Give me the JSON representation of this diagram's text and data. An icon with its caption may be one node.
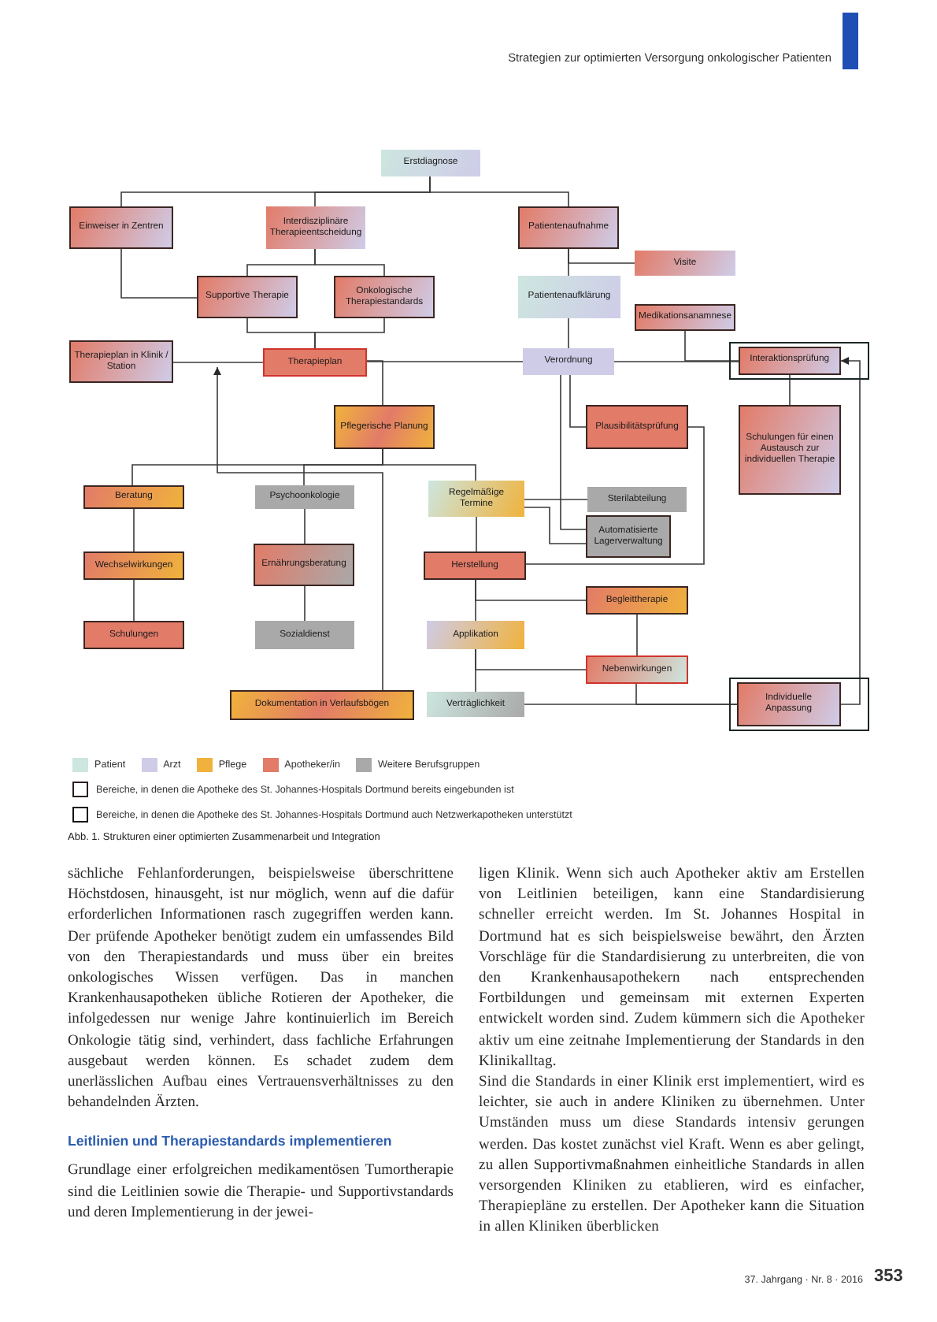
{
  "diagram": {
    "caption": "Abb. 1. Strukturen einer optimierten Zusammenarbeit und Integration",
    "nodes": [
      {
        "text": [
          "Erstdiagnose"
        ]
      },
      {
        "text": [
          "Einweiser in Zentren"
        ]
      },
      {
        "text": [
          "Interdisziplinäre Therapieentscheidung"
        ]
      },
      {
        "text": [
          "Patientenaufnahme"
        ]
      },
      {
        "text": [
          "Visite"
        ]
      },
      {
        "text": [
          "Supportive Therapie"
        ]
      },
      {
        "text": [
          "Onkologische Therapiestandards"
        ]
      },
      {
        "text": [
          "Patientenaufklärung"
        ]
      },
      {
        "text": [
          "Medikationsanamnese"
        ]
      },
      {
        "text": [
          "Therapieplan in Klinik / Station"
        ]
      },
      {
        "text": [
          "Therapieplan"
        ]
      },
      {
        "text": [
          "Verordnung"
        ]
      },
      {
        "text": [],
        "shape": "box"
      },
      {
        "text": [
          "Interaktionsprüfung"
        ],
        "in": 12
      },
      {
        "text": [
          "Pflegerische Planung"
        ]
      },
      {
        "text": [
          "Plausibilitätsprüfung"
        ]
      },
      {
        "text": [
          "Schulungen für einen Austausch zur individuellen Therapie"
        ]
      },
      {
        "text": [
          "Beratung"
        ]
      },
      {
        "text": [
          "Psychoonkologie"
        ]
      },
      {
        "text": [
          "Regelmäßige Termine"
        ]
      },
      {
        "text": [
          "Sterilabteilung"
        ]
      },
      {
        "text": [
          "Automatisierte Lagerverwaltung"
        ]
      },
      {
        "text": [
          "Wechselwirkungen"
        ]
      },
      {
        "text": [
          "Ernährungsberatung"
        ]
      },
      {
        "text": [
          "Herstellung"
        ]
      },
      {
        "text": [
          "Begleittherapie"
        ]
      },
      {
        "text": [
          "Schulungen"
        ]
      },
      {
        "text": [
          "Sozialdienst"
        ]
      },
      {
        "text": [
          "Applikation"
        ]
      },
      {
        "text": [
          "Nebenwirkungen"
        ]
      },
      {
        "text": [
          "Dokumentation in Verlaufsbögen"
        ]
      },
      {
        "text": [
          "Verträglichkeit"
        ]
      },
      {
        "text": [],
        "shape": "box"
      },
      {
        "text": [
          "Individuelle Anpassung"
        ],
        "in": 32
      }
    ],
    "edges": [
      {
        "from": 0,
        "to": 1,
        "arrow": "none"
      },
      {
        "from": 0,
        "to": 2,
        "arrow": "none"
      },
      {
        "from": 0,
        "to": 3,
        "arrow": "none"
      },
      {
        "from": 2,
        "to": 5,
        "arrow": "none"
      },
      {
        "from": 2,
        "to": 6,
        "arrow": "none"
      },
      {
        "from": 3,
        "to": 4,
        "arrow": "none"
      },
      {
        "from": 3,
        "to": 7,
        "arrow": "none"
      },
      {
        "from": 5,
        "to": 10,
        "arrow": "none"
      },
      {
        "from": 6,
        "to": 10,
        "arrow": "none"
      },
      {
        "from": 1,
        "to": 5,
        "arrow": "none"
      },
      {
        "from": 7,
        "to": 11,
        "arrow": "none"
      },
      {
        "from": 9,
        "to": 10,
        "arrow": "none"
      },
      {
        "from": 10,
        "to": 11,
        "arrow": "none"
      },
      {
        "from": 11,
        "to": 13,
        "arrow": "none"
      },
      {
        "from": 8,
        "to": 13,
        "arrow": "none"
      },
      {
        "from": 10,
        "to": 14,
        "arrow": "none"
      },
      {
        "from": 11,
        "to": 15,
        "arrow": "none"
      },
      {
        "from": 13,
        "to": 16,
        "arrow": "none"
      },
      {
        "from": 14,
        "to": 17,
        "arrow": "none"
      },
      {
        "from": 14,
        "to": 18,
        "arrow": "none"
      },
      {
        "from": 14,
        "to": 19,
        "arrow": "none"
      },
      {
        "from": 17,
        "to": 22,
        "arrow": "none"
      },
      {
        "from": 22,
        "to": 26,
        "arrow": "none"
      },
      {
        "from": 18,
        "to": 23,
        "arrow": "none"
      },
      {
        "from": 23,
        "to": 27,
        "arrow": "none"
      },
      {
        "from": 19,
        "to": 24,
        "arrow": "none"
      },
      {
        "from": 24,
        "to": 28,
        "arrow": "none"
      },
      {
        "from": 28,
        "to": 31,
        "arrow": "none"
      },
      {
        "from": 19,
        "to": 20,
        "arrow": "none"
      },
      {
        "from": 19,
        "to": 21,
        "arrow": "none"
      },
      {
        "from": 11,
        "to": 21,
        "arrow": "none"
      },
      {
        "from": 15,
        "to": 24,
        "arrow": "none"
      },
      {
        "from": 24,
        "to": 25,
        "arrow": "none"
      },
      {
        "from": 25,
        "to": 29,
        "arrow": "none"
      },
      {
        "from": 28,
        "to": 29,
        "arrow": "none"
      },
      {
        "from": 31,
        "to": 33,
        "arrow": "none"
      },
      {
        "from": 29,
        "to": 33,
        "arrow": "none"
      },
      {
        "from": 33,
        "to": 13,
        "arrow": "to"
      },
      {
        "from": 30,
        "to": null,
        "arrow": "to"
      }
    ],
    "labels": [
      "Strategien zur optimierten Versorgung onkologischer Patienten",
      "sächliche Fehlanforderungen, beispielsweise überschrittene Höchstdosen, hinausgeht, ist nur möglich, wenn auf die dafür erforderlichen Informationen rasch zugegriffen werden kann. Der prüfende Apotheker benötigt zudem ein umfassendes Bild von den Therapiestandards und muss über ein breites onkologisches Wissen verfügen. Das in manchen Krankenhausapotheken übliche Rotieren der Apotheker, die infolgedessen nur wenige Jahre kontinuierlich im Bereich Onkologie tätig sind, verhindert, dass fachliche Erfahrungen ausgebaut werden können. Es schadet zudem dem unerlässlichen Aufbau eines Vertrauensverhältnisses zu den behandelnden Ärzten.",
      "Leitlinien und Therapiestandards implementieren",
      "Grundlage einer erfolgreichen medikamentösen Tumortherapie sind die Leitlinien sowie die Therapie- und Supportivstandards und deren Implementierung in der jewei-",
      "ligen Klinik. Wenn sich auch Apotheker aktiv am Erstellen von Leitlinien beteiligen, kann eine Standardisierung schneller erreicht werden. Im St. Johannes Hospital in Dortmund hat es sich beispielsweise bewährt, den Ärzten Vorschläge für die Standardisierung zu unterbreiten, die von den Krankenhausapothekern nach entsprechenden Fortbildungen und gemeinsam mit externen Experten entwickelt worden sind. Zudem kümmern sich die Apotheker aktiv um eine zeitnahe Implementierung der Standards in den Klinikalltag.",
      "Sind die Standards in einer Klinik erst implementiert, wird es leichter, sie auch in andere Kliniken zu übernehmen. Unter Umständen muss um diese Standards intensiv gerungen werden. Das kostet zunächst viel Kraft. Wenn es aber gelingt, zu allen Supportivmaßnahmen einheitliche Standards in allen versorgenden Kliniken zu etablieren, wird es einfacher, Therapiepläne zu erstellen. Der Apotheker kann die Situation in allen Kliniken überblicken",
      "37. Jahrgang · Nr. 8 · 2016",
      "353"
    ],
    "legend": [
      {
        "text": "Patient",
        "color": "#cde6df"
      },
      {
        "text": "Arzt",
        "color": "#cfcce8"
      },
      {
        "text": "Pflege",
        "color": "#f0b23c"
      },
      {
        "text": "Apotheker/in",
        "color": "#e27b68"
      },
      {
        "text": "Weitere Berufsgruppen",
        "color": "#a9a9a9"
      },
      {
        "text": "Bereiche, in denen die Apotheke des St. Johannes-Hospitals Dortmund bereits eingebunden ist"
      },
      {
        "text": "Bereiche, in denen die Apotheke des St. Johannes-Hospitals Dortmund auch Netzwerkapotheken unterstützt"
      }
    ]
  }
}
